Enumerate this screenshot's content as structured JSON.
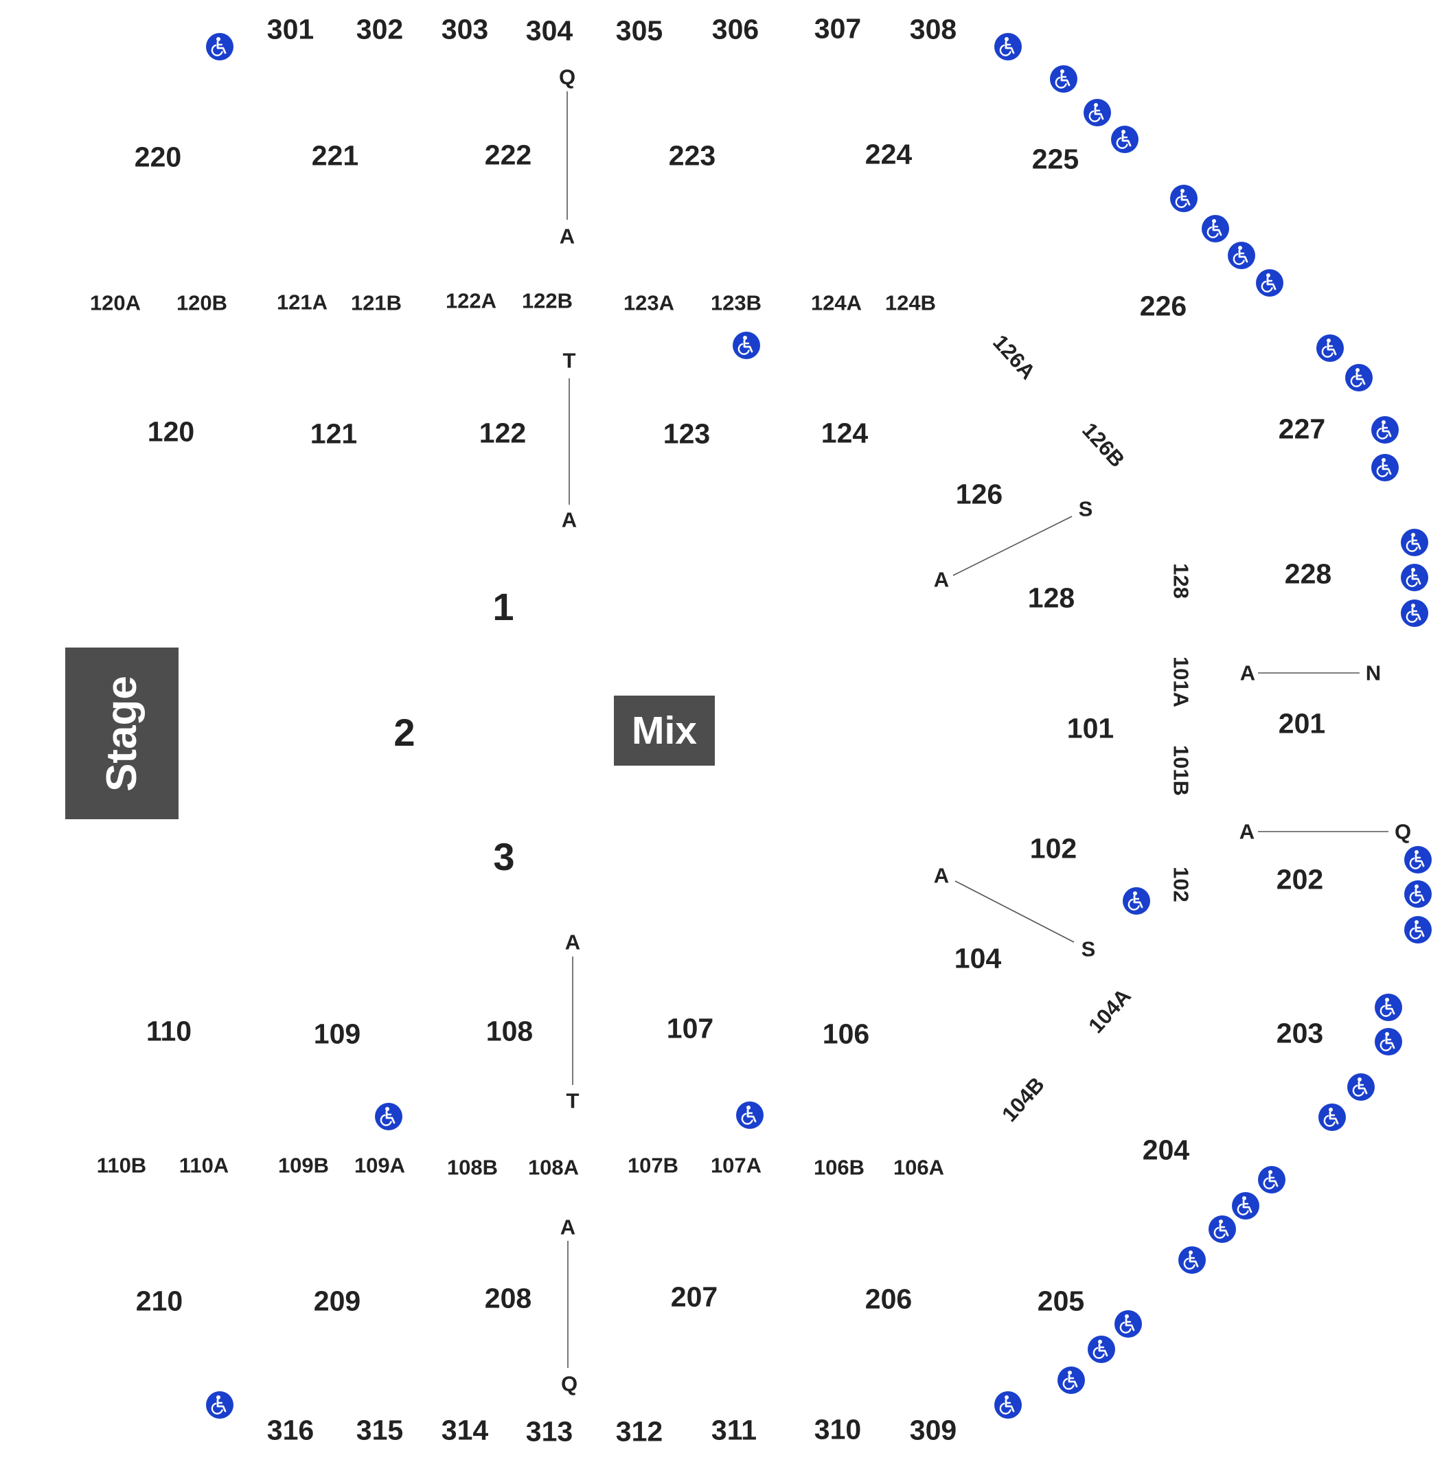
{
  "sections": {
    "s301": "301",
    "s302": "302",
    "s303": "303",
    "s304": "304",
    "s305": "305",
    "s306": "306",
    "s307": "307",
    "s308": "308",
    "s220": "220",
    "s221": "221",
    "s222": "222",
    "s223": "223",
    "s224": "224",
    "s225": "225",
    "s226": "226",
    "s227": "227",
    "s228": "228",
    "s120": "120",
    "s121": "121",
    "s122": "122",
    "s123": "123",
    "s124": "124",
    "s126": "126",
    "s128": "128",
    "s101": "101",
    "s102": "102",
    "s104": "104",
    "s110": "110",
    "s109": "109",
    "s108": "108",
    "s107": "107",
    "s106": "106",
    "s201": "201",
    "s202": "202",
    "s203": "203",
    "s204": "204",
    "s205": "205",
    "s210": "210",
    "s209": "209",
    "s208": "208",
    "s207": "207",
    "s206": "206",
    "s316": "316",
    "s315": "315",
    "s314": "314",
    "s313": "313",
    "s312": "312",
    "s311": "311",
    "s310": "310",
    "s309": "309"
  },
  "subsections": {
    "s120A": "120A",
    "s120B": "120B",
    "s121A": "121A",
    "s121B": "121B",
    "s122A": "122A",
    "s122B": "122B",
    "s123A": "123A",
    "s123B": "123B",
    "s124A": "124A",
    "s124B": "124B",
    "s110B": "110B",
    "s110A": "110A",
    "s109B": "109B",
    "s109A": "109A",
    "s108B": "108B",
    "s108A": "108A",
    "s107B": "107B",
    "s107A": "107A",
    "s106B": "106B",
    "s106A": "106A",
    "s126A": "126A",
    "s126B": "126B",
    "s104A": "104A",
    "s104B": "104B",
    "s128v": "128",
    "s101A": "101A",
    "s101B": "101B",
    "s102v": "102"
  },
  "rows": {
    "q_top": "Q",
    "a_top1": "A",
    "t_top": "T",
    "a_top2": "A",
    "s_126": "S",
    "a_126": "A",
    "a_201": "A",
    "n_201": "N",
    "a_202": "A",
    "q_202": "Q",
    "a_104": "A",
    "s_104": "S",
    "a_bot1": "A",
    "t_bot": "T",
    "a_bot2": "A",
    "q_bot": "Q"
  },
  "floor_zones": {
    "z1": "1",
    "z2": "2",
    "z3": "3"
  },
  "stage_label": "Stage",
  "mix_label": "Mix",
  "colors": {
    "accessible": "#1a3fcc",
    "block": "#4d4d4d",
    "text": "#222222"
  },
  "icon": "wheelchair-accessible-icon"
}
